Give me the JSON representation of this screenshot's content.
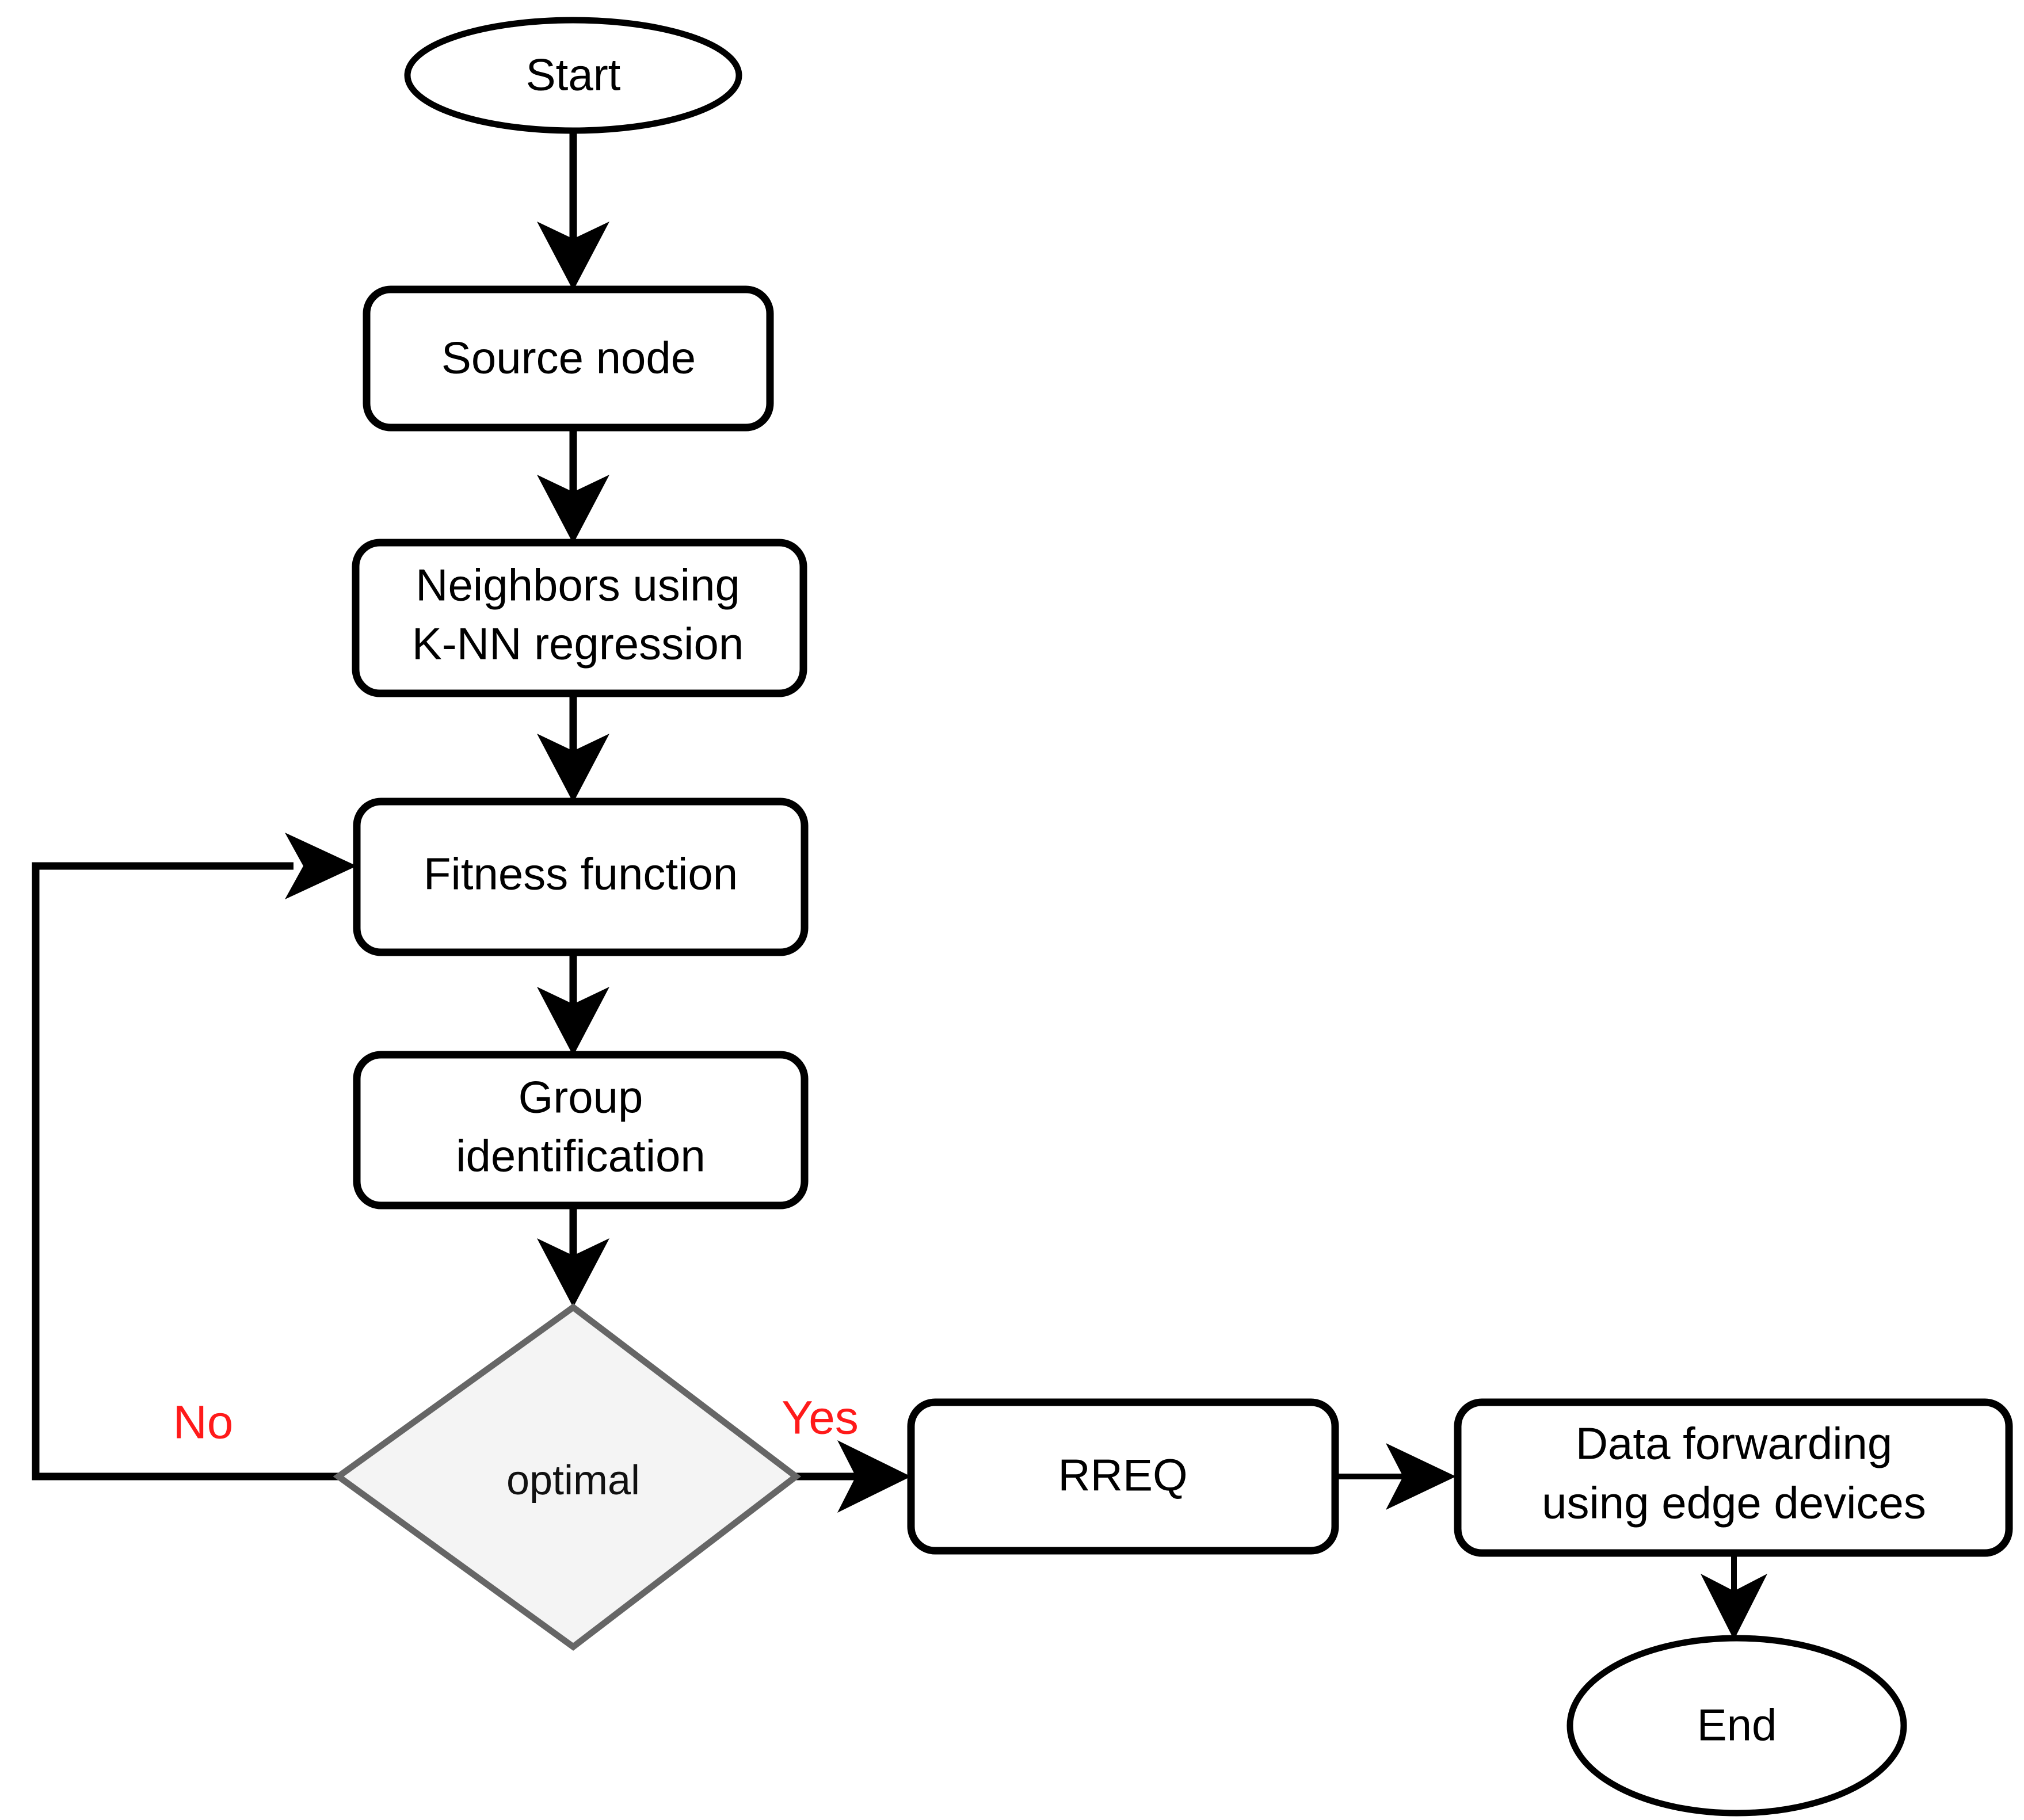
{
  "diagram": {
    "type": "flowchart",
    "title": "",
    "background_color": "#ffffff",
    "nodes": [
      {
        "id": "start",
        "label": "Start",
        "shape": "ellipse"
      },
      {
        "id": "source",
        "label": "Source node",
        "shape": "rounded-rect"
      },
      {
        "id": "knn_1",
        "label": "Neighbors using",
        "shape": "rounded-rect"
      },
      {
        "id": "knn_2",
        "label": "K-NN regression",
        "shape": "rounded-rect"
      },
      {
        "id": "fitness",
        "label": "Fitness function",
        "shape": "rounded-rect"
      },
      {
        "id": "group_1",
        "label": "Group",
        "shape": "rounded-rect"
      },
      {
        "id": "group_2",
        "label": "identification",
        "shape": "rounded-rect"
      },
      {
        "id": "optimal",
        "label": "optimal",
        "shape": "diamond"
      },
      {
        "id": "rreq",
        "label": "RREQ",
        "shape": "rounded-rect"
      },
      {
        "id": "fwd_1",
        "label": "Data forwarding",
        "shape": "rounded-rect"
      },
      {
        "id": "fwd_2",
        "label": "using edge devices",
        "shape": "rounded-rect"
      },
      {
        "id": "end",
        "label": "End",
        "shape": "ellipse"
      }
    ],
    "branch_labels": {
      "no": "No",
      "yes": "Yes"
    },
    "colors": {
      "node_stroke": "#000000",
      "node_fill": "#ffffff",
      "decision_stroke": "#666666",
      "decision_fill": "#f4f4f4",
      "branch_label": "#ff1a1a",
      "text": "#000000"
    }
  }
}
